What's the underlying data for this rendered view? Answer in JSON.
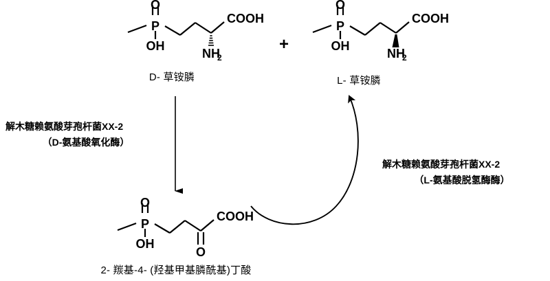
{
  "diagram": {
    "title": "D-glufosinate to L-glufosinate deracemization scheme",
    "background_color": "#ffffff",
    "line_color": "#000000"
  },
  "molecules": {
    "d_glufosinate": {
      "label": "D- 草铵膦",
      "atoms": {
        "phosphoryl_o": "O",
        "phosphorus": "P",
        "hydroxyl": "OH",
        "carboxyl": "COOH",
        "amine": "NH",
        "amine_sub": "2"
      },
      "stereo_bond": "hashed-wedge"
    },
    "l_glufosinate": {
      "label": "L- 草铵膦",
      "atoms": {
        "phosphoryl_o": "O",
        "phosphorus": "P",
        "hydroxyl": "OH",
        "carboxyl": "COOH",
        "amine": "NH",
        "amine_sub": "2"
      },
      "stereo_bond": "solid-wedge"
    },
    "keto_acid": {
      "label": "2- 羰基-4- (羟基甲基膦酰基)丁酸",
      "atoms": {
        "phosphoryl_o": "O",
        "phosphorus": "P",
        "hydroxyl": "OH",
        "carboxyl": "COOH",
        "keto_o": "O"
      }
    }
  },
  "operators": {
    "plus": "+"
  },
  "reactions": {
    "oxidation": {
      "arrow_type": "straight-down",
      "enzyme_line1": "解木糖赖氨酸芽孢杆菌XX-2",
      "enzyme_line2": "（D-氨基酸氧化酶）"
    },
    "amination": {
      "arrow_type": "curved-counterclockwise",
      "enzyme_line1": "解木糖赖氨酸芽孢杆菌XX-2",
      "enzyme_line2": "（L-氨基酸脱氢酶酶）"
    }
  }
}
